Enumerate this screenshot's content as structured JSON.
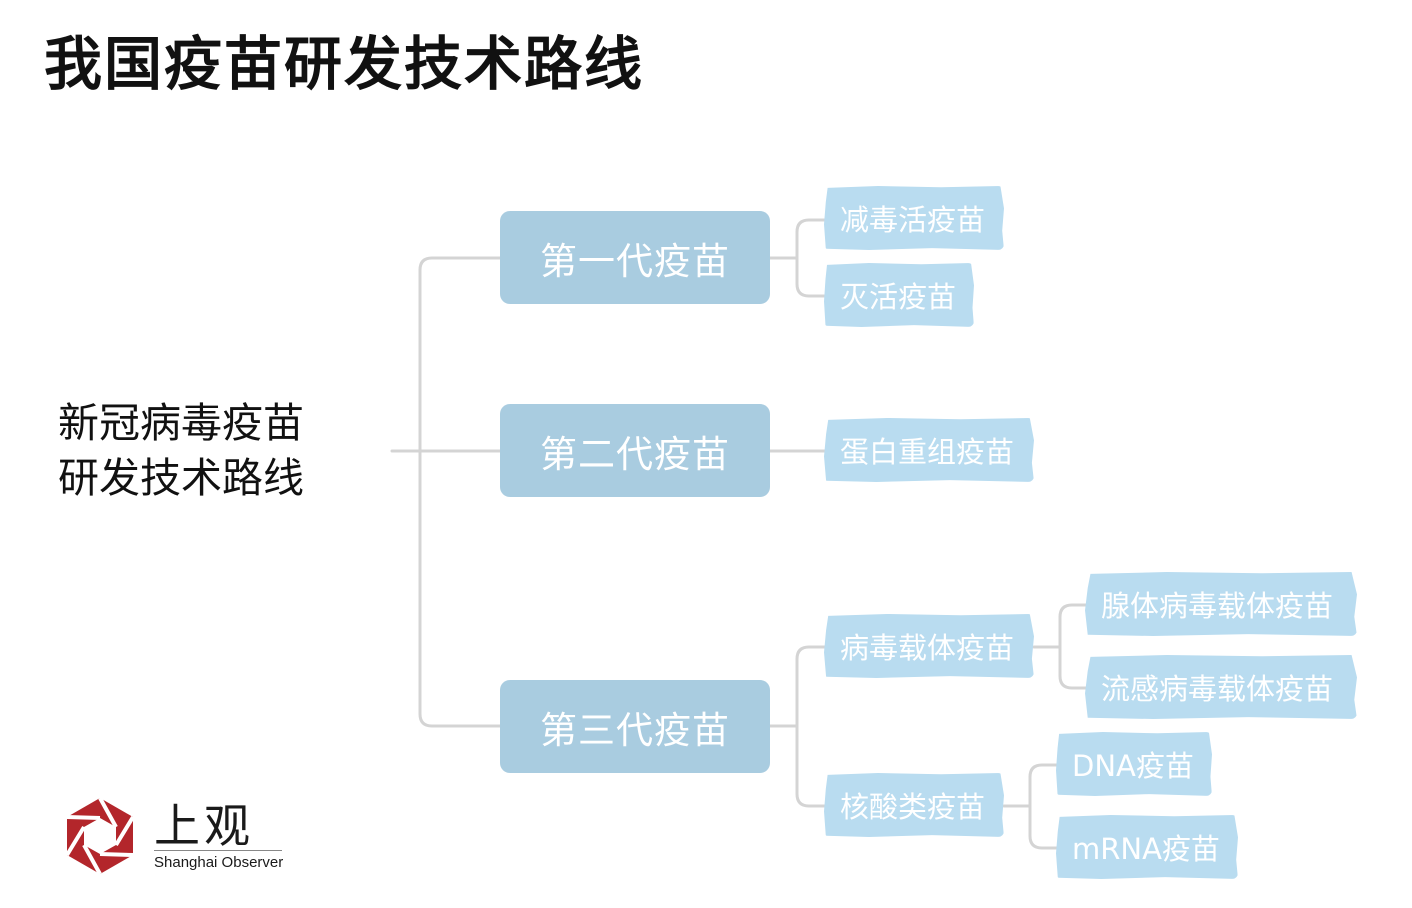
{
  "title": "我国疫苗研发技术路线",
  "root": {
    "line1": "新冠病毒疫苗",
    "line2": "研发技术路线"
  },
  "generations": [
    {
      "label": "第一代疫苗",
      "children": [
        {
          "label": "减毒活疫苗"
        },
        {
          "label": "灭活疫苗"
        }
      ]
    },
    {
      "label": "第二代疫苗",
      "children": [
        {
          "label": "蛋白重组疫苗"
        }
      ]
    },
    {
      "label": "第三代疫苗",
      "children": [
        {
          "label": "病毒载体疫苗",
          "children": [
            {
              "label": "腺体病毒载体疫苗"
            },
            {
              "label": "流感病毒载体疫苗"
            }
          ]
        },
        {
          "label": "核酸类疫苗",
          "children": [
            {
              "label": "DNA疫苗"
            },
            {
              "label": "mRNA疫苗"
            }
          ]
        }
      ]
    }
  ],
  "logo": {
    "cn": "上观",
    "en": "Shanghai Observer"
  },
  "colors": {
    "gen_node": "#a9cce0",
    "leaf_node": "#b9dcf0",
    "connector": "#d4d4d4",
    "logo_red": "#b3262b",
    "text": "#111111"
  }
}
